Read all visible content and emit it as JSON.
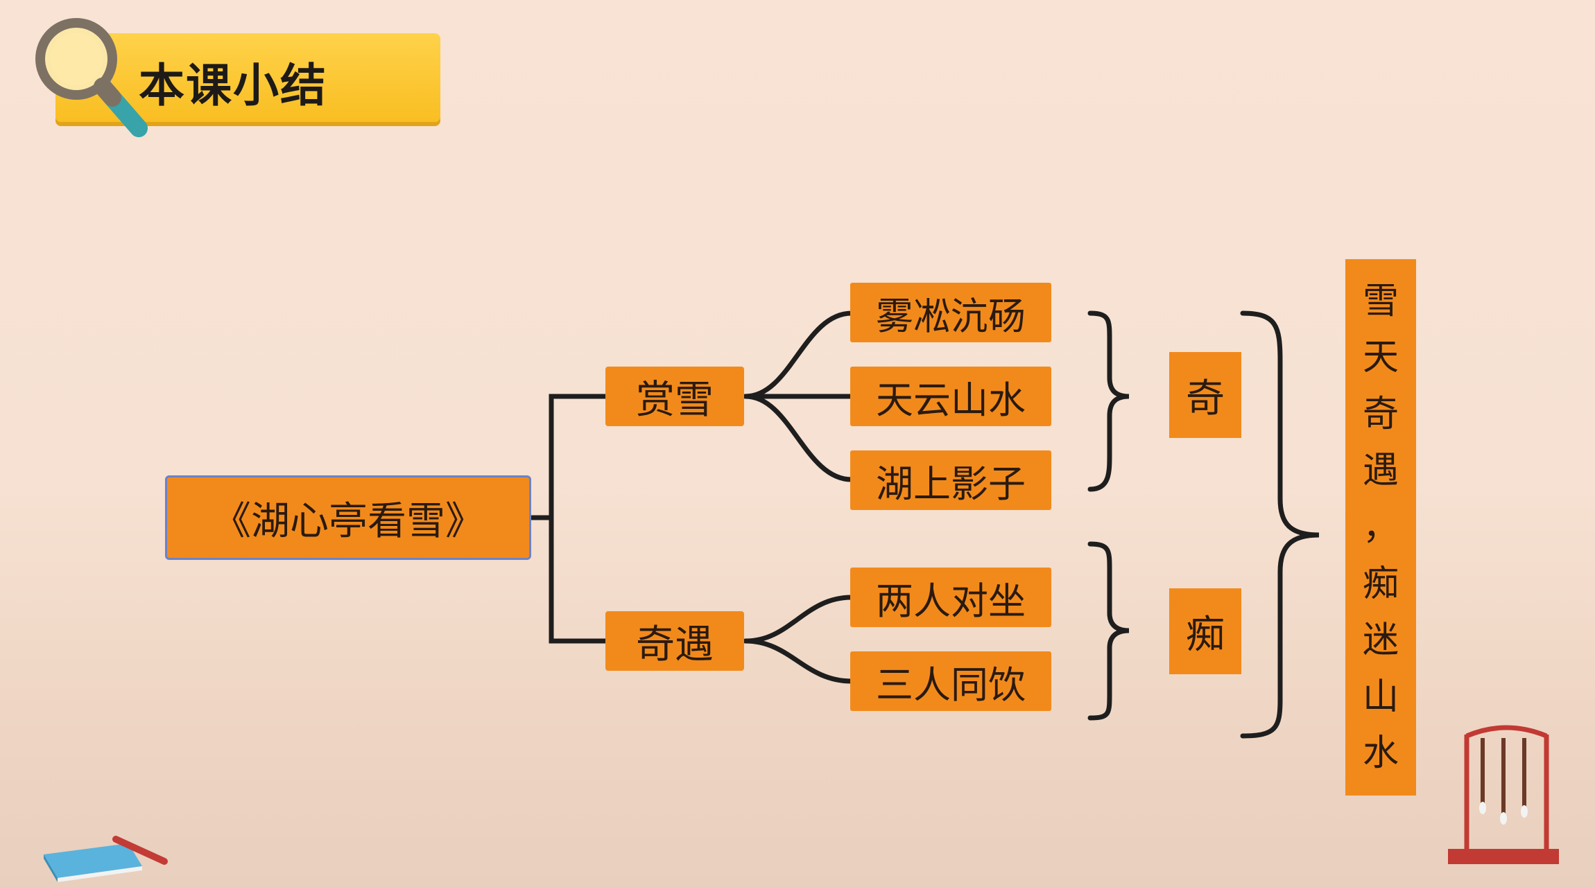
{
  "header": {
    "title": "本课小结"
  },
  "diagram": {
    "root": "《湖心亭看雪》",
    "branches": [
      {
        "label": "赏雪",
        "items": [
          "雾凇沆砀",
          "天云山水",
          "湖上影子"
        ],
        "category": "奇"
      },
      {
        "label": "奇遇",
        "items": [
          "两人对坐",
          "三人同饮"
        ],
        "category": "痴"
      }
    ],
    "summary_chars": [
      "雪",
      "天",
      "奇",
      "遇",
      "，",
      "痴",
      "迷",
      "山",
      "水"
    ]
  },
  "colors": {
    "box": "#f28a1b",
    "title_bar": "#f9be22",
    "line": "#1e1e1e"
  }
}
